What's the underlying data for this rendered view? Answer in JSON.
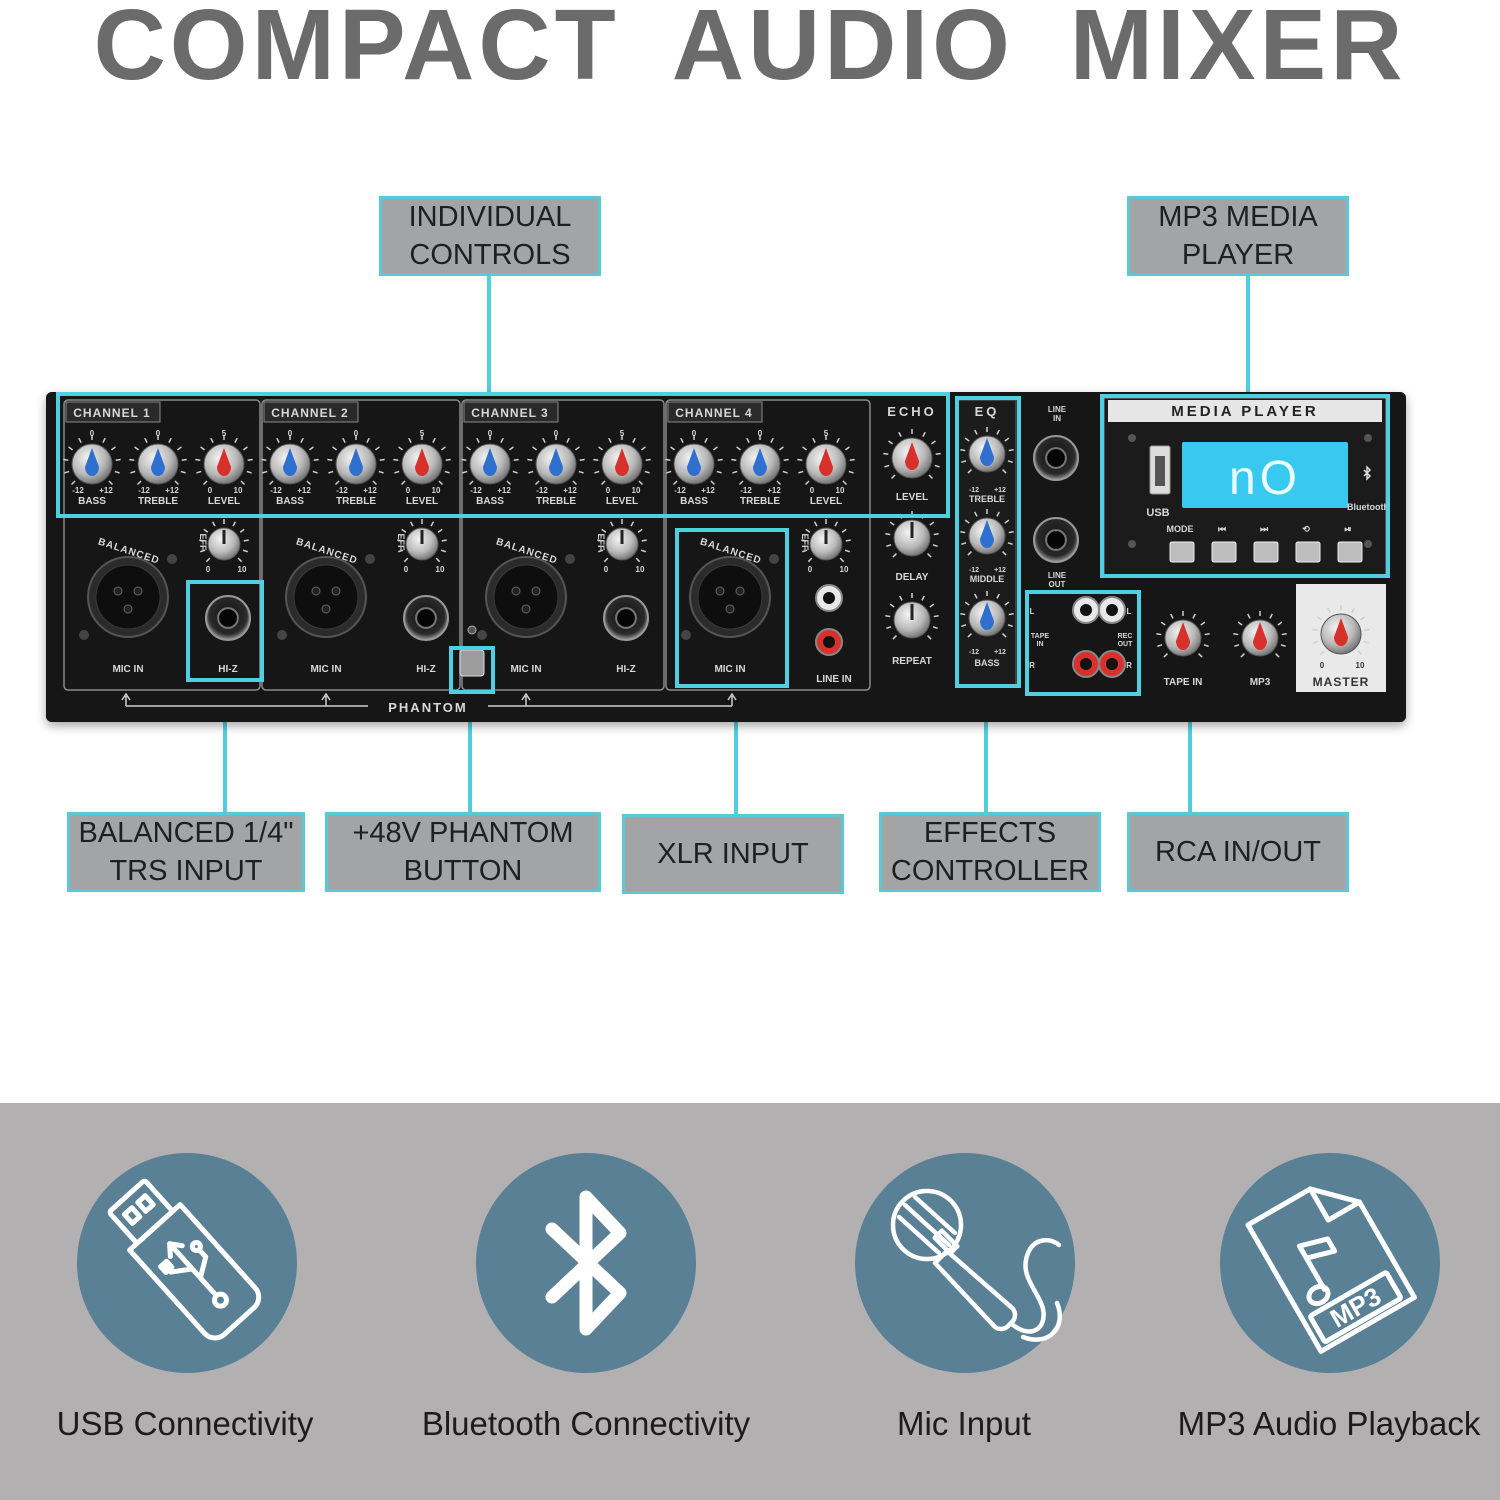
{
  "title": "COMPACT AUDIO MIXER",
  "callouts": {
    "individual_controls": "INDIVIDUAL\nCONTROLS",
    "mp3_media_player": "MP3 MEDIA\nPLAYER",
    "trs_input": "BALANCED 1/4\"\nTRS INPUT",
    "phantom_button": "+48V PHANTOM\nBUTTON",
    "xlr_input": "XLR INPUT",
    "effects_controller": "EFFECTS\nCONTROLLER",
    "rca_in_out": "RCA IN/OUT"
  },
  "panel": {
    "channels": [
      "CHANNEL 1",
      "CHANNEL 2",
      "CHANNEL 3",
      "CHANNEL 4"
    ],
    "knob_labels": [
      "BASS",
      "TREBLE",
      "LEVEL"
    ],
    "eq_scale_low": "-12",
    "eq_scale_high": "+12",
    "level_scale_low": "0",
    "level_scale_high": "10",
    "scale_mid": "5",
    "scale_zero": "0",
    "eff": "EFF",
    "balanced": "BALANCED",
    "mic_in": "MIC IN",
    "hi_z": "HI-Z",
    "phantom": "PHANTOM",
    "line_in": "LINE IN",
    "echo": "ECHO",
    "echo_level": "LEVEL",
    "delay": "DELAY",
    "repeat": "REPEAT",
    "eq": "EQ",
    "eq_treble": "TREBLE",
    "eq_middle": "MIDDLE",
    "eq_bass": "BASS",
    "line_in_small": "LINE\nIN",
    "line_out_small": "LINE\nOUT",
    "tape_in_small": "TAPE\nIN",
    "rec_out_small": "REC\nOUT",
    "left": "L",
    "right": "R",
    "media_player": "MEDIA PLAYER",
    "usb": "USB",
    "display": "nO",
    "bluetooth": "Bluetooth",
    "buttons": [
      "MODE",
      "⏮",
      "⏭",
      "⟲",
      "⏯"
    ],
    "tape_in": "TAPE IN",
    "mp3": "MP3",
    "master": "MASTER"
  },
  "features": [
    {
      "label": "USB Connectivity",
      "icon": "usb-drive-icon"
    },
    {
      "label": "Bluetooth Connectivity",
      "icon": "bluetooth-icon"
    },
    {
      "label": "Mic Input",
      "icon": "microphone-icon"
    },
    {
      "label": "MP3 Audio Playback",
      "icon": "mp3-file-icon"
    }
  ],
  "colors": {
    "accent": "#4fd0e0",
    "callout_bg": "#a3a4a6",
    "title": "#6b6b6b",
    "feature_circle": "#5a8096",
    "bottom_band": "#b2b0b1",
    "knob_blue": "#2f6fd0",
    "knob_red": "#d8302a",
    "lcd": "#38c8f0"
  }
}
